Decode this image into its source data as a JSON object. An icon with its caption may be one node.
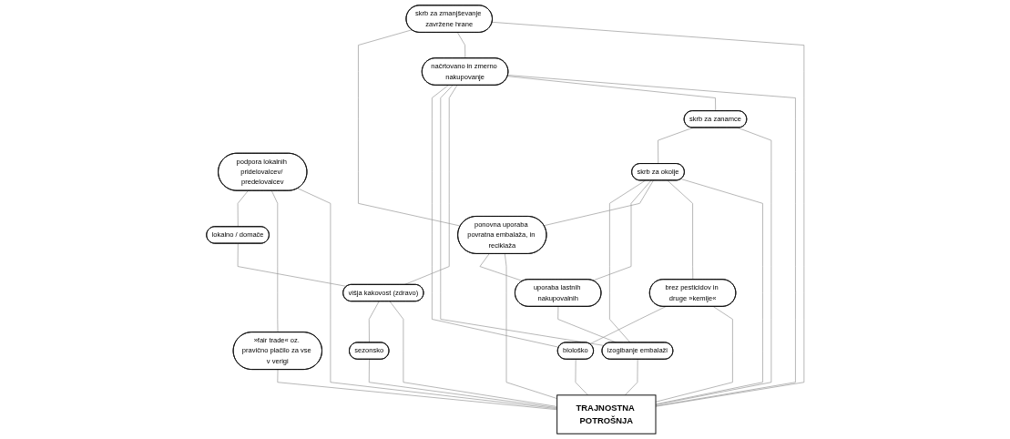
{
  "diagram": {
    "nodes": [
      {
        "text": [
          "TRAJNOSTNA POTROŠNJA"
        ]
      },
      {
        "text": [
          "podpora lokalnih pridelovalcev/ predelovalcev"
        ]
      },
      {
        "text": [
          "»fair trade« oz. pravično plačilo za vse v verigi"
        ]
      },
      {
        "text": [
          "skrb za zmanjševanje zavržene hrane"
        ]
      },
      {
        "text": [
          "načrtovano in zmerno nakupovanje"
        ]
      },
      {
        "text": [
          "skrb za zanamce"
        ]
      },
      {
        "text": [
          "lokalno / domače"
        ]
      },
      {
        "text": [
          "skrb za okolje"
        ]
      },
      {
        "text": [
          "višja kakovost (zdravo)"
        ]
      },
      {
        "text": [
          "brez pesticidov in druge »kemije«"
        ]
      },
      {
        "text": [
          "sezonsko"
        ]
      },
      {
        "text": [
          "ponovna uporaba povratna embalaža, in reciklaža"
        ]
      },
      {
        "text": [
          "uporaba lastnih nakupovalnih"
        ]
      },
      {
        "text": [
          "izogibanje embalaži"
        ]
      },
      {
        "text": [
          "biološko"
        ]
      }
    ],
    "edges": [
      {
        "from": 1,
        "to": 0,
        "arrow": "none"
      },
      {
        "from": 2,
        "to": 0,
        "arrow": "none"
      },
      {
        "from": 3,
        "to": 0,
        "arrow": "none"
      },
      {
        "from": 4,
        "to": 0,
        "arrow": "none"
      },
      {
        "from": 5,
        "to": 0,
        "arrow": "none"
      },
      {
        "from": 7,
        "to": 0,
        "arrow": "none"
      },
      {
        "from": 8,
        "to": 0,
        "arrow": "none"
      },
      {
        "from": 9,
        "to": 0,
        "arrow": "none"
      },
      {
        "from": 10,
        "to": 0,
        "arrow": "none"
      },
      {
        "from": 11,
        "to": 0,
        "arrow": "none"
      },
      {
        "from": 13,
        "to": 0,
        "arrow": "none"
      },
      {
        "from": 14,
        "to": 0,
        "arrow": "none"
      },
      {
        "from": 1,
        "to": 2,
        "arrow": "none"
      },
      {
        "from": 1,
        "to": 6,
        "arrow": "none"
      },
      {
        "from": 6,
        "to": 8,
        "arrow": "none"
      },
      {
        "from": 8,
        "to": 10,
        "arrow": "none"
      },
      {
        "from": 3,
        "to": 4,
        "arrow": "none"
      },
      {
        "from": 4,
        "to": 5,
        "arrow": "none"
      },
      {
        "from": 5,
        "to": 7,
        "arrow": "none"
      },
      {
        "from": 7,
        "to": 9,
        "arrow": "none"
      },
      {
        "from": 9,
        "to": 14,
        "arrow": "none"
      },
      {
        "from": 11,
        "to": 12,
        "arrow": "none"
      },
      {
        "from": 12,
        "to": 13,
        "arrow": "none"
      },
      {
        "from": 3,
        "to": 11,
        "arrow": "none"
      },
      {
        "from": 4,
        "to": 8,
        "arrow": "none"
      },
      {
        "from": 4,
        "to": 13,
        "arrow": "none"
      },
      {
        "from": 4,
        "to": 14,
        "arrow": "none"
      },
      {
        "from": 7,
        "to": 11,
        "arrow": "none"
      },
      {
        "from": 7,
        "to": 12,
        "arrow": "none"
      },
      {
        "from": 7,
        "to": 13,
        "arrow": "none"
      }
    ]
  }
}
